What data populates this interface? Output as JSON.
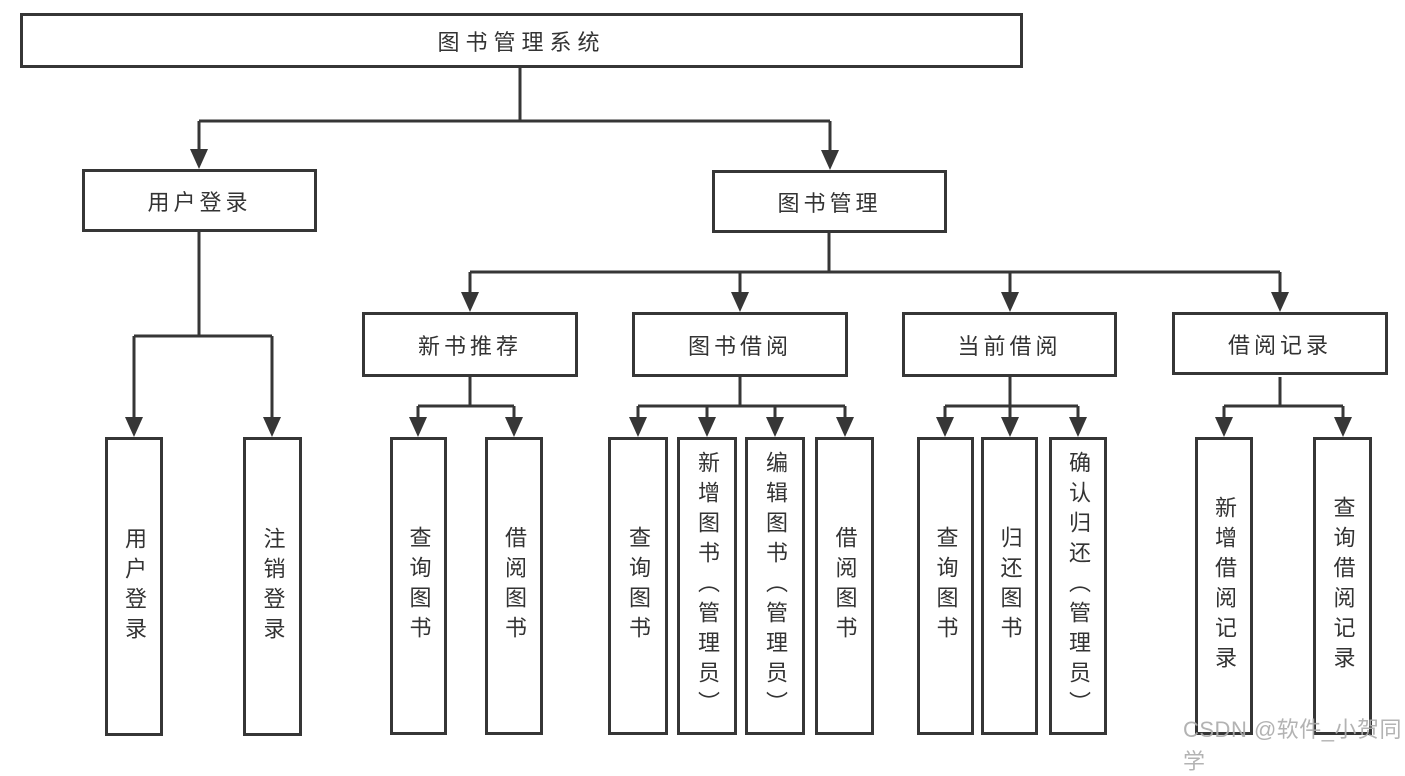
{
  "title": "图书管理系统",
  "nodes": {
    "root": "图书管理系统",
    "user_login": "用户登录",
    "book_mgmt": "图书管理",
    "new_book_rec": "新书推荐",
    "book_borrow": "图书借阅",
    "current_borrow": "当前借阅",
    "borrow_records": "借阅记录",
    "leaf_user_login": "用户登录",
    "leaf_logout": "注销登录",
    "leaf_query_book_nbr": "查询图书",
    "leaf_borrow_book_nbr": "借阅图书",
    "leaf_query_book_bb": "查询图书",
    "leaf_add_book_admin": "新增图书（管理员）",
    "leaf_edit_book_admin": "编辑图书（管理员）",
    "leaf_borrow_book_bb": "借阅图书",
    "leaf_query_book_cb": "查询图书",
    "leaf_return_book": "归还图书",
    "leaf_confirm_return_admin": "确认归还（管理员）",
    "leaf_add_borrow_record": "新增借阅记录",
    "leaf_query_borrow_record": "查询借阅记录"
  },
  "watermark": "CSDN @软件_小贺同学",
  "colors": {
    "line": "#363636",
    "text": "#333333",
    "box_fill": "#ffffff",
    "watermark": "#acacac"
  }
}
